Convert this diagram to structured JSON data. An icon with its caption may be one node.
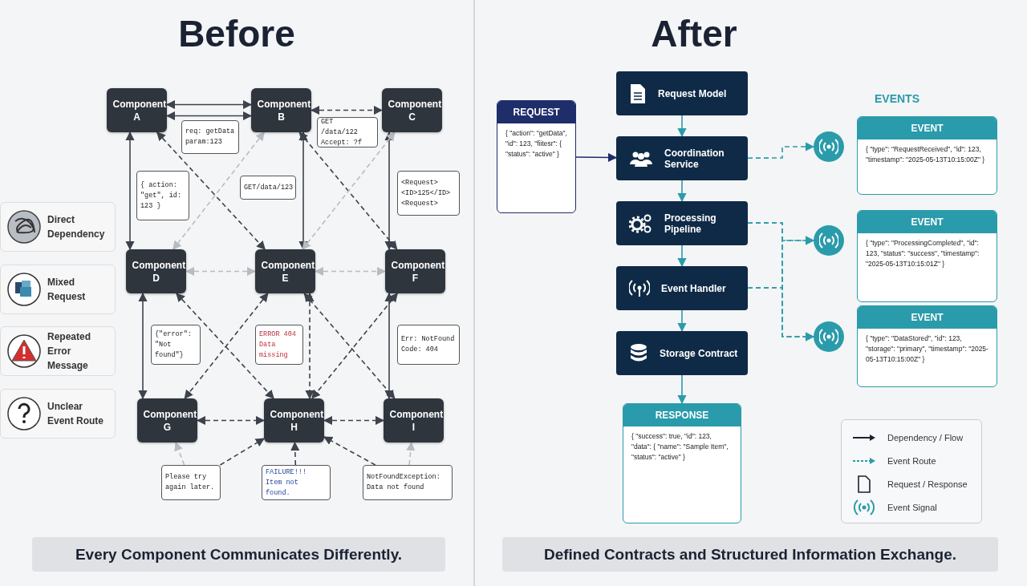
{
  "diagram": {
    "nodes": [
      {
        "text": [
          "Component A"
        ]
      },
      {
        "text": [
          "Component B"
        ]
      },
      {
        "text": [
          "Component C"
        ]
      },
      {
        "text": [
          "Component D"
        ]
      },
      {
        "text": [
          "Component E"
        ]
      },
      {
        "text": [
          "Component F"
        ]
      },
      {
        "text": [
          "Component G"
        ]
      },
      {
        "text": [
          "Component H"
        ]
      },
      {
        "text": [
          "Component I"
        ]
      },
      {
        "text": [
          "req: getData param:123"
        ]
      },
      {
        "text": [
          "GET /data/122 Accept: ?f"
        ]
      },
      {
        "text": [
          "{ action: \"get\", id: 123 }"
        ]
      },
      {
        "text": [
          "GET/data/123"
        ]
      },
      {
        "text": [
          "<Request> <ID>125</ID> <Request>"
        ]
      },
      {
        "text": [
          "{\"error\": \"Not found\"}"
        ]
      },
      {
        "text": [
          "ERROR 404 Data missing"
        ]
      },
      {
        "text": [
          "Err: NotFound Code: 404"
        ]
      },
      {
        "text": [
          "Please try again later."
        ]
      },
      {
        "text": [
          "FAILURE!!! Item not found."
        ]
      },
      {
        "text": [
          "NotFoundException: Data not found"
        ]
      },
      {
        "text": [
          "REQUEST",
          "{ \"action\": \"getData\", \"id\": 123, \"fiitesr\": { \"status\": \"active\" }"
        ]
      },
      {
        "text": [
          "Request Model"
        ]
      },
      {
        "text": [
          "Coordination Service"
        ]
      },
      {
        "text": [
          "Processing Pipeline"
        ]
      },
      {
        "text": [
          "Event Handler"
        ]
      },
      {
        "text": [
          "Storage Contract"
        ]
      },
      {
        "text": [
          "RESPONSE",
          "{ \"success\": true, \"id\": 123, \"data\": { \"name\": \"Sample Item\", \"status\": \"active\" }"
        ]
      },
      {
        "text": [],
        "shape": "circle"
      },
      {
        "text": [
          "EVENT",
          "{ \"type\": \"RequestReceived\", \"id\": 123, \"timestamp\": \"2025-05-13T10:15:00Z\" }"
        ]
      },
      {
        "text": [],
        "shape": "circle"
      },
      {
        "text": [
          "EVENT",
          "{ \"type\": \"ProcessingCompleted\", \"id\": 123, \"status\": \"success\", \"timestamp\": \"2025-05-13T10:15:01Z\" }"
        ]
      },
      {
        "text": [],
        "shape": "circle"
      },
      {
        "text": [
          "EVENT",
          "{ \"type\": \"DataStored\", \"id\": 123, \"storage\": \"primary\", \"timestamp\": \"2025-05-13T10:15:00Z\" }"
        ]
      }
    ],
    "edges": [
      {
        "from": 0,
        "to": 1,
        "arrow": "both"
      },
      {
        "from": 0,
        "to": 1,
        "arrow": "both"
      },
      {
        "from": 1,
        "to": 2,
        "arrow": "both",
        "style": "dashed"
      },
      {
        "from": 3,
        "to": 4,
        "arrow": "both",
        "style": "dashed",
        "color": "#b8bcc2"
      },
      {
        "from": 4,
        "to": 5,
        "arrow": "both",
        "style": "dashed",
        "color": "#b8bcc2"
      },
      {
        "from": 6,
        "to": 7,
        "arrow": "both",
        "style": "dashed"
      },
      {
        "from": 7,
        "to": 8,
        "arrow": "both",
        "style": "dashed"
      },
      {
        "from": 0,
        "to": 3,
        "arrow": "both"
      },
      {
        "from": 1,
        "to": 4,
        "arrow": "both"
      },
      {
        "from": 2,
        "to": 5,
        "arrow": "both"
      },
      {
        "from": 3,
        "to": 6,
        "arrow": "both"
      },
      {
        "from": 4,
        "to": 7,
        "arrow": "both",
        "style": "dashed"
      },
      {
        "from": 5,
        "to": 8,
        "arrow": "both"
      },
      {
        "from": 0,
        "to": 4,
        "arrow": "both",
        "style": "dashed"
      },
      {
        "from": 1,
        "to": 3,
        "arrow": "both",
        "style": "dashed",
        "color": "#b8bcc2"
      },
      {
        "from": 1,
        "to": 5,
        "arrow": "both",
        "style": "dashed"
      },
      {
        "from": 2,
        "to": 4,
        "arrow": "both",
        "style": "dashed",
        "color": "#b8bcc2"
      },
      {
        "from": 3,
        "to": 7,
        "arrow": "both",
        "style": "dashed"
      },
      {
        "from": 4,
        "to": 6,
        "arrow": "both",
        "style": "dashed"
      },
      {
        "from": 4,
        "to": 8,
        "arrow": "both",
        "style": "dashed"
      },
      {
        "from": 5,
        "to": 7,
        "arrow": "both",
        "style": "dashed"
      },
      {
        "from": 17,
        "to": 6,
        "arrow": "to",
        "style": "dashed",
        "color": "#b8bcc2"
      },
      {
        "from": 17,
        "to": 7,
        "arrow": "to",
        "style": "dashed"
      },
      {
        "from": 18,
        "to": 7,
        "arrow": "to",
        "style": "dashed"
      },
      {
        "from": 19,
        "to": 8,
        "arrow": "to",
        "style": "dashed",
        "color": "#b8bcc2"
      },
      {
        "from": 19,
        "to": 7,
        "arrow": "to",
        "style": "dashed"
      },
      {
        "from": 20,
        "to": 22,
        "arrow": "to",
        "color": "#1f2d6b"
      },
      {
        "from": 21,
        "to": 22,
        "arrow": "to",
        "color": "#2a9bab"
      },
      {
        "from": 22,
        "to": 23,
        "arrow": "to",
        "color": "#2a9bab"
      },
      {
        "from": 23,
        "to": 24,
        "arrow": "to",
        "color": "#2a9bab"
      },
      {
        "from": 24,
        "to": 25,
        "arrow": "to",
        "color": "#2a9bab"
      },
      {
        "from": 25,
        "to": 26,
        "arrow": "to",
        "color": "#2a9bab"
      },
      {
        "from": 22,
        "to": 27,
        "arrow": "to",
        "style": "dashed",
        "color": "#2a9bab"
      },
      {
        "from": 23,
        "to": 29,
        "arrow": "to",
        "style": "dashed",
        "color": "#2a9bab"
      },
      {
        "from": 23,
        "to": 31,
        "arrow": "to",
        "style": "dashed",
        "color": "#2a9bab"
      },
      {
        "from": 24,
        "to": 29,
        "arrow": "to",
        "style": "dashed",
        "color": "#2a9bab"
      },
      {
        "from": 24,
        "to": 31,
        "arrow": "to",
        "style": "dashed",
        "color": "#2a9bab"
      }
    ],
    "labels": [
      "Before",
      "After",
      "EVENTS",
      "Every Component Communicates Differently.",
      "Defined Contracts and Structured Information Exchange."
    ],
    "legend": [
      {
        "text": "Direct Dependency"
      },
      {
        "text": "Mixed Request"
      },
      {
        "text": "Repeated Error Message"
      },
      {
        "text": "Unclear Event Route"
      },
      {
        "text": "Dependency / Flow"
      },
      {
        "text": "Event Route"
      },
      {
        "text": "Request / Response"
      },
      {
        "text": "Event Signal"
      }
    ]
  }
}
